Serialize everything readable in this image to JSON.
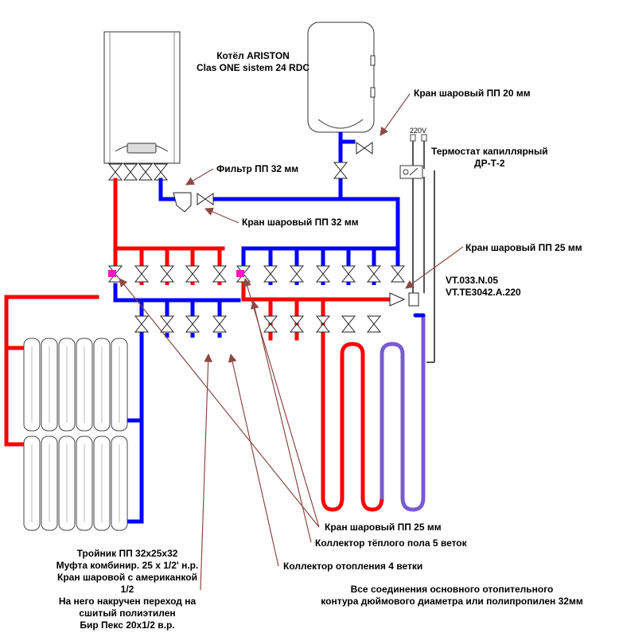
{
  "labels": {
    "boiler": [
      "Котёл ARISTON",
      "Clas ONE sistem 24 RDC"
    ],
    "ball_valve_20": "Кран шаровый ПП 20 мм",
    "voltage": "220V",
    "thermostat": [
      "Термостат капиллярный",
      "ДР-Т-2"
    ],
    "filter_32": "Фильтр ПП 32 мм",
    "ball_valve_32": "Кран шаровый ПП 32 мм",
    "ball_valve_25_top": "Кран шаровый ПП 25 мм",
    "valve_codes": [
      "VT.033.N.05",
      "VT.TE3042.A.220"
    ],
    "ball_valve_25_bottom": "Кран шаровый ПП 25 мм",
    "floor_collector": "Коллектор тёплого пола 5 веток",
    "heating_collector": "Коллектор отопления 4 ветки",
    "tee_note": [
      "Тройник ПП 32х25х32",
      "Муфта комбинир. 25 х 1/2' н.р.",
      "Кран шаровой с американкой",
      "1/2",
      "На него накручен переход на",
      "сшитый полиэтилен",
      "Бир Пекс 20х1/2 в.р."
    ],
    "connections_note": [
      "Все соединения основного отопительного",
      "контура дюймового диаметра или полипропилен 32мм"
    ]
  },
  "colors": {
    "supply": "#ff0000",
    "return": "#0000ff",
    "floor_return": "#7a5bd0",
    "arrow": "#8b4a43",
    "valve_marker": "#e020c0"
  }
}
